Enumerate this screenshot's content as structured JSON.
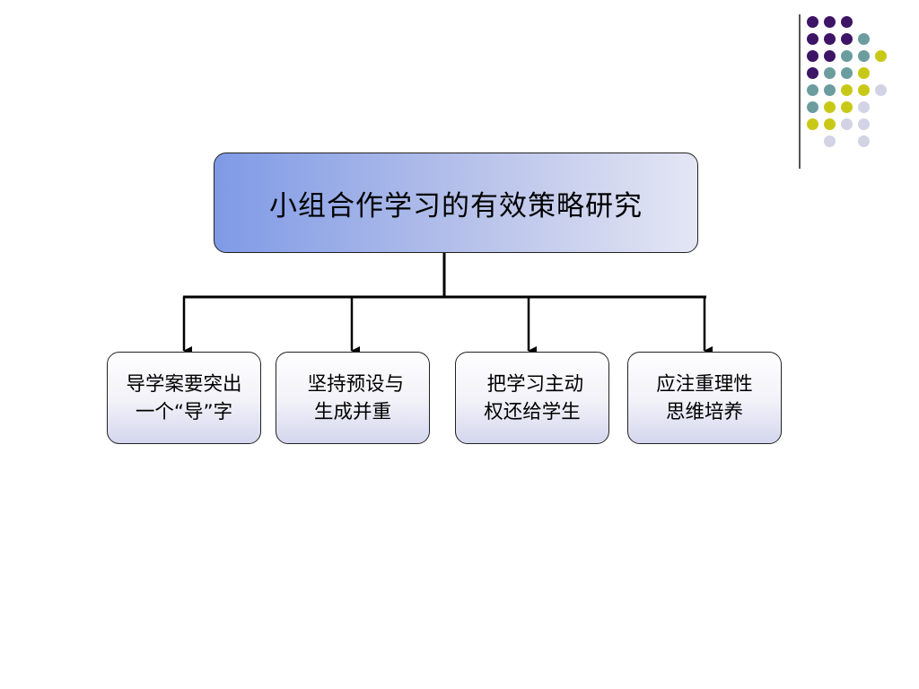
{
  "diagram": {
    "root": {
      "label": "小组合作学习的有效策略研究"
    },
    "children": [
      {
        "lines": [
          "导学案要突出",
          "一个“导”字"
        ]
      },
      {
        "lines": [
          " 坚持预设与",
          "生成并重"
        ]
      },
      {
        "lines": [
          " 把学习主动",
          "权还给学生"
        ]
      },
      {
        "lines": [
          "应注重理性",
          "思维培养"
        ]
      }
    ]
  },
  "theme": {
    "purple": "#3d1466",
    "teal": "#6b9d9e",
    "olive": "#c8c916",
    "lavender": "#d3d3e6"
  }
}
